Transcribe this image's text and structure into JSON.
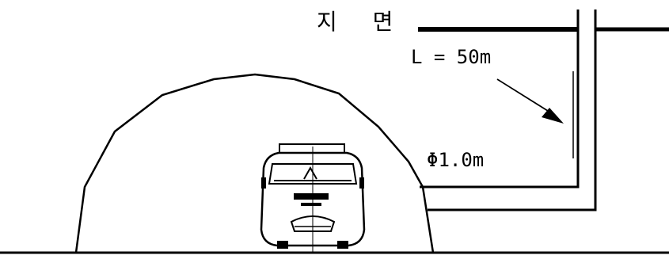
{
  "labels": {
    "ground_surface": "지 면",
    "shaft_length": "L = 50m",
    "shaft_diameter": "Φ1.0m"
  }
}
